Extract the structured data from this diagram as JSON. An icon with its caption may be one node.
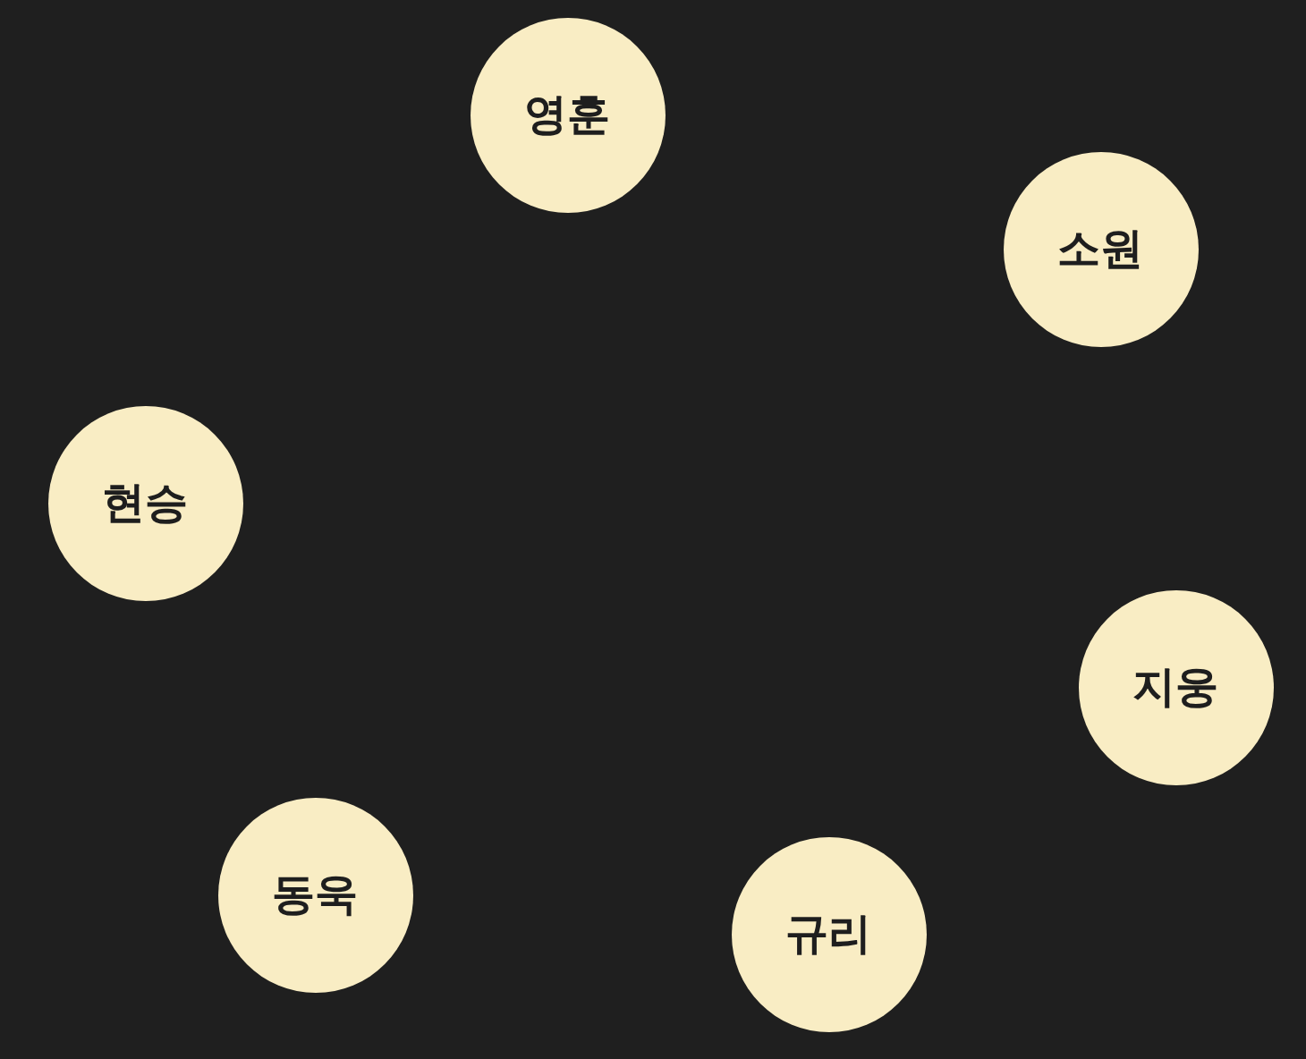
{
  "diagram": {
    "nodes": [
      {
        "text": [
          "영훈"
        ]
      },
      {
        "text": [
          "소원"
        ]
      },
      {
        "text": [
          "현승"
        ]
      },
      {
        "text": [
          "지웅"
        ]
      },
      {
        "text": [
          "동욱"
        ]
      },
      {
        "text": [
          "규리"
        ]
      }
    ]
  }
}
